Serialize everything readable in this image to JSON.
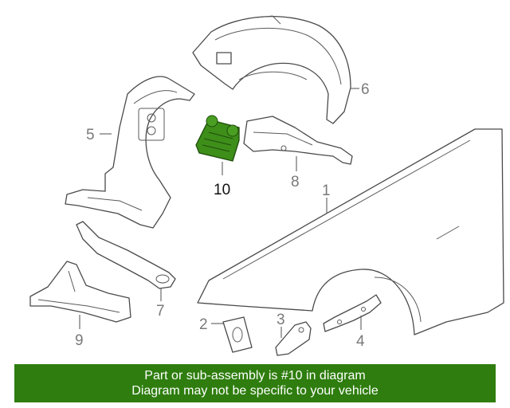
{
  "callouts": {
    "c1": "1",
    "c2": "2",
    "c3": "3",
    "c4": "4",
    "c5": "5",
    "c6": "6",
    "c7": "7",
    "c8": "8",
    "c9": "9",
    "c10": "10"
  },
  "highlight": {
    "part": "10",
    "color": "#3e8e1a"
  },
  "banner": {
    "line1": "Part or sub-assembly is #10 in diagram",
    "line2": "Diagram may not be specific to your vehicle",
    "background": "#2e7d0e"
  }
}
